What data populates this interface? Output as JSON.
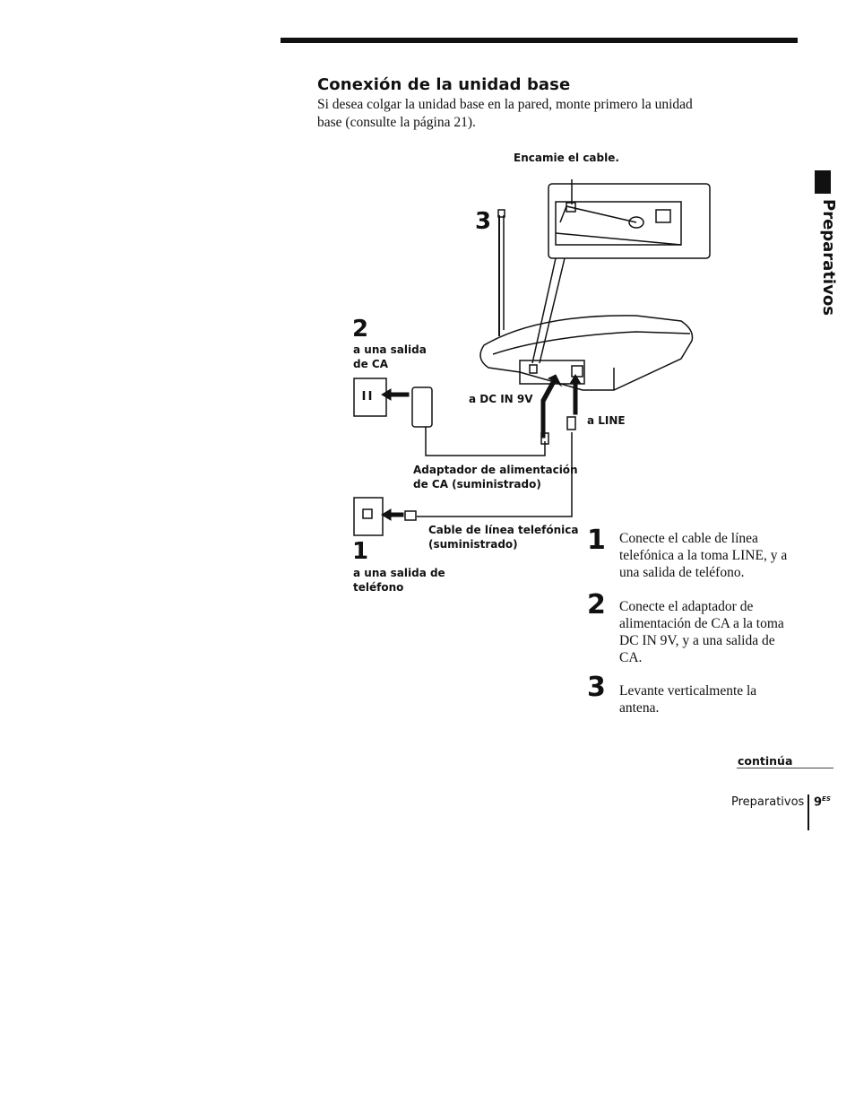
{
  "header": {
    "title": "Conexión de la unidad base",
    "intro": "Si desea colgar la unidad base en la pared, monte primero la unidad base (consulte la página 21)."
  },
  "side_tab": {
    "label": "Preparativos"
  },
  "diagram": {
    "encamie": "Encamie el cable.",
    "num_3": "3",
    "num_2": "2",
    "num_1": "1",
    "salida_ca": "a una salida de CA",
    "dc_in": "a DC IN 9V",
    "line": "a LINE",
    "adaptador": "Adaptador de alimentación de CA (suministrado)",
    "cable_linea": "Cable de línea telefónica (suministrado)",
    "salida_telefono": "a una salida de teléfono"
  },
  "steps": [
    {
      "num": "1",
      "text": "Conecte el cable de línea telefónica a la toma LINE, y a una salida de teléfono."
    },
    {
      "num": "2",
      "text": "Conecte el adaptador de alimentación de CA a la toma DC IN 9V, y a una salida de CA."
    },
    {
      "num": "3",
      "text": "Levante verticalmente la antena."
    }
  ],
  "footer": {
    "continua": "continúa",
    "section": "Preparativos",
    "page": "9",
    "page_suffix": "ES"
  }
}
